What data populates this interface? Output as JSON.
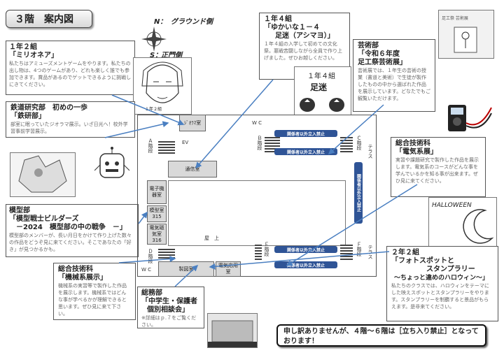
{
  "page_title": "３階　案内図",
  "compass": {
    "north": "N：",
    "north_label": "グラウンド側",
    "south": "S：",
    "south_label": "正門側"
  },
  "boxes": {
    "c1_2": {
      "header": "１年２組",
      "title": "「ミリオネア」",
      "desc": "私たちはアミューズメントゲームをやります。私たちの出し物は、4つのゲームがあり、どれも楽しく誰でも参加できます。賞品があるのでゲットできるように挑戦しにきてください。"
    },
    "c1_4": {
      "header": "１年４組",
      "title": "「ゆかいな１－４",
      "title2": "足迷（アシマヨ）」",
      "desc": "１年４組の入学して初めての文化祭。悪戦苦闘しながら全員で作り上げました。ぜひお越しください。"
    },
    "art": {
      "header": "芸術部",
      "title": "「令和６年度",
      "title2": "足工祭芸術展」",
      "desc": "芸術展では、１年生の芸術の授業（書道と美術）で生徒が製作したものの中から選ばれた作品を展示しています。どなたでもご観覧いただけます。"
    },
    "rail": {
      "header": "鉄道研究部",
      "header2": "初めの一歩",
      "title": "「鉄研部」",
      "desc": "部室に眠っていたジオラマ展示。いざ日光へ！校外学習事前学習展示。"
    },
    "model": {
      "header": "模型部",
      "title": "「模型戦士ビルダーズ",
      "title2": "－2024　模型部の中の戦争　－」",
      "desc": "模型部のメンバーが、長い月日をかけて作り上げた数々の作品をどうぞ見に来てください。そこであなたの「好き」が見つかるかも。"
    },
    "elec": {
      "header": "総合技術科",
      "title": "「電気系展」",
      "desc": "実習や課題研究で製作した作品を展示します。電気系のコースがどんな事を学んでいるかを知る事が出来ます。ぜひ見に来てください。"
    },
    "mech": {
      "header": "総合技術科",
      "title": "「機械系展示」",
      "desc": "機械系の実習等で製作した作品を展示します。機械系ではどんな事が学べるかが理解できると思います。ぜひ見に来て下さい。"
    },
    "general": {
      "header": "総務部",
      "title": "「中学生・保護者",
      "title2": "個別相談会」",
      "desc": "※詳細はｐ.７をご覧ください。"
    },
    "c2_2": {
      "header": "２年２組",
      "title": "「フォトスポットと",
      "title2": "スタンプラリー",
      "title3": "～ちょっと違めのハロウィン～」",
      "desc": "私たちのクラスでは、ハロウィンをテーマにした映えスポットとスタンプラリーをやります。スタンプラリーを制覇すると景品がもらえます。是非来てください。"
    }
  },
  "notice": "申し訳ありませんが、４階～６階は［立ち入り禁止］となっております！",
  "map": {
    "wc": "W C",
    "a_stairs": "Ａ階段",
    "b_stairs": "Ｂ階段",
    "c_stairs": "Ｃ階段",
    "d_stairs": "Ｄ階段",
    "e_stairs": "Ｅ階段",
    "f_stairs": "Ｆ階段",
    "ev": "EV",
    "terrace": "テラス",
    "terrace2": "テラス",
    "roof": "屋　上",
    "comm_room": "通信室",
    "elec_room": "電子機器室",
    "model_lab": "模型室315",
    "elec_lab": "電気磁気室316",
    "library": "製図室",
    "elec_app": "電気応用室",
    "top_room": "ｼﾞｵﾗﾏ室",
    "sign1": "関係者以外立入禁止",
    "sign2": "関係者以外立入禁止",
    "sign3": "関係者以外立入禁止",
    "sign4": "関係者以外立入禁止",
    "sign_v": "関係者以外立入禁止"
  },
  "photos": {
    "art_sign": "足工祭 芸術展",
    "halloween": "HALLOWEEN",
    "pumpkin_text": "１年４組",
    "pumpkin_text2": "足迷",
    "sketch_caption": "１年２組"
  }
}
